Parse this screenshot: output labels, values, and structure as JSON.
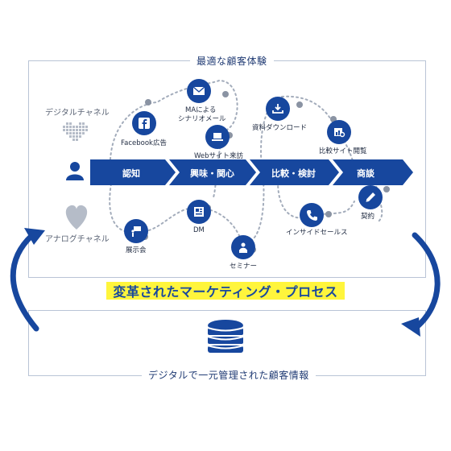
{
  "top_title": "最適な顧客体験",
  "digital_channel": "デジタルチャネル",
  "analog_channel": "アナログチャネル",
  "steps": [
    "認知",
    "興味・関心",
    "比較・検討",
    "商談"
  ],
  "nodes": {
    "facebook": "Facebook広告",
    "ma": [
      "MAによる",
      "シナリオメール"
    ],
    "web": "Webサイト来訪",
    "doc": "資料ダウンロード",
    "compare": "比較サイト閲覧",
    "exhibition": "展示会",
    "dm": "DM",
    "seminar": "セミナー",
    "inside_sales": "インサイドセールス",
    "contract": "契約"
  },
  "process_title": "変革されたマーケティング・プロセス",
  "bottom_title": "デジタルで一元管理された顧客情報",
  "colors": {
    "primary": "#17479e",
    "highlight": "#fff53c",
    "heart": "#b5bcc8"
  }
}
